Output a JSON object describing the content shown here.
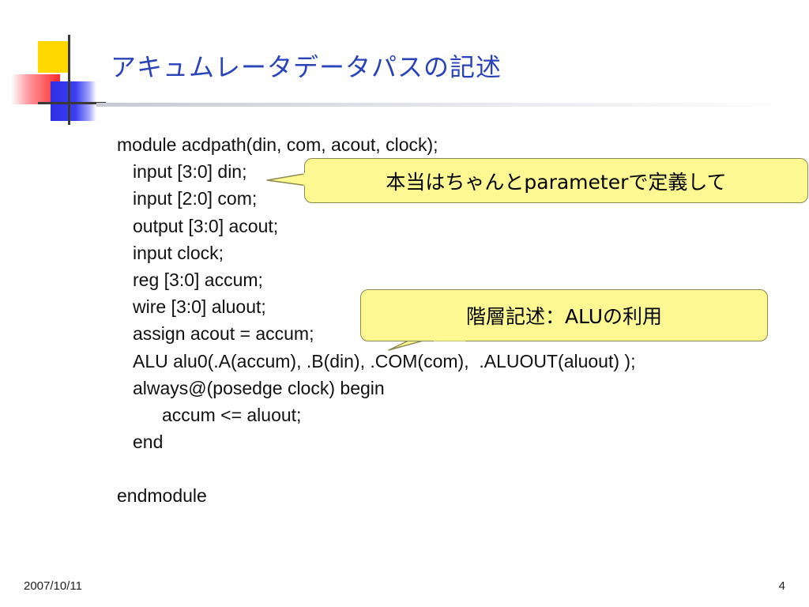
{
  "slide": {
    "title": "アキュムレータデータパスの記述"
  },
  "code": {
    "lines": [
      "module acdpath(din, com, acout, clock);",
      "input [3:0] din;",
      "input [2:0] com;",
      "output [3:0] acout;",
      "input clock;",
      "reg [3:0] accum;",
      "wire [3:0] aluout;",
      "assign acout = accum;",
      "ALU alu0(.A(accum), .B(din), .COM(com),  .ALUOUT(aluout) );",
      "always@(posedge clock) begin",
      "accum <= aluout;",
      "end",
      "",
      "endmodule"
    ]
  },
  "callouts": {
    "parameter_note": "本当はちゃんとparameterで定義して",
    "alu_note": "階層記述：ALUの利用"
  },
  "footer": {
    "date": "2007/10/11",
    "page": "4"
  },
  "colors": {
    "title": "#2a43b8",
    "callout_fill": "#fdf891",
    "deco_yellow": "#ffd800",
    "deco_red": "#ff2a2a",
    "deco_blue": "#2e2ee6"
  }
}
